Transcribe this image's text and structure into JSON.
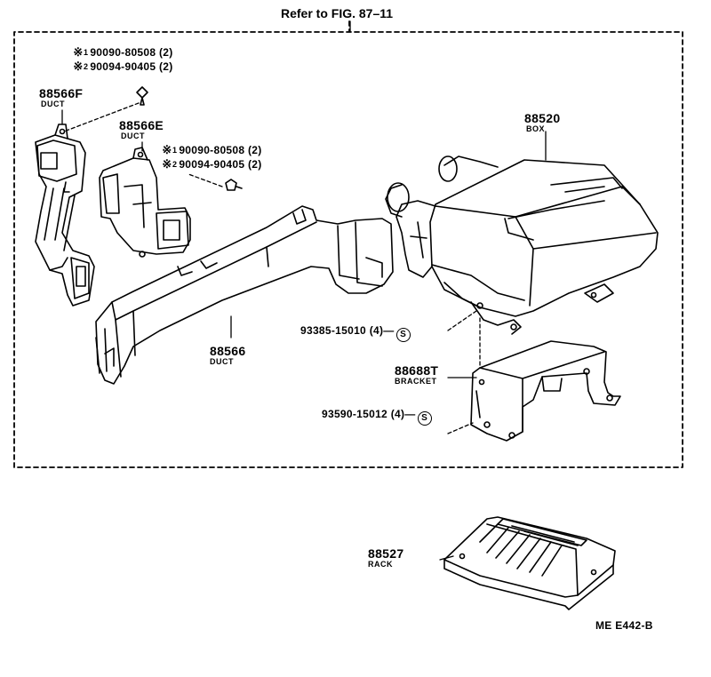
{
  "header": {
    "ref_text": "Refer to FIG. 87–11"
  },
  "top_fasteners": {
    "mark": "※",
    "line1_num": "1",
    "line1_pn": "90090-80508",
    "line1_qty": "(2)",
    "line2_num": "2",
    "line2_pn": "90094-90405",
    "line2_qty": "(2)"
  },
  "mid_fasteners": {
    "mark": "※",
    "line1_num": "1",
    "line1_pn": "90090-80508",
    "line1_qty": "(2)",
    "line2_num": "2",
    "line2_pn": "90094-90405",
    "line2_qty": "(2)"
  },
  "parts": {
    "duct_f": {
      "number": "88566F",
      "name": "DUCT"
    },
    "duct_e": {
      "number": "88566E",
      "name": "DUCT"
    },
    "duct": {
      "number": "88566",
      "name": "DUCT"
    },
    "box": {
      "number": "88520",
      "name": "BOX"
    },
    "bracket": {
      "number": "88688T",
      "name": "BRACKET"
    },
    "rack": {
      "number": "88527",
      "name": "RACK"
    }
  },
  "screws": {
    "s1": {
      "code": "93385-15010",
      "qty": "(4)",
      "symbol": "S"
    },
    "s2": {
      "code": "93590-15012",
      "qty": "(4)",
      "symbol": "S"
    }
  },
  "figure_code": "ME E442-B"
}
